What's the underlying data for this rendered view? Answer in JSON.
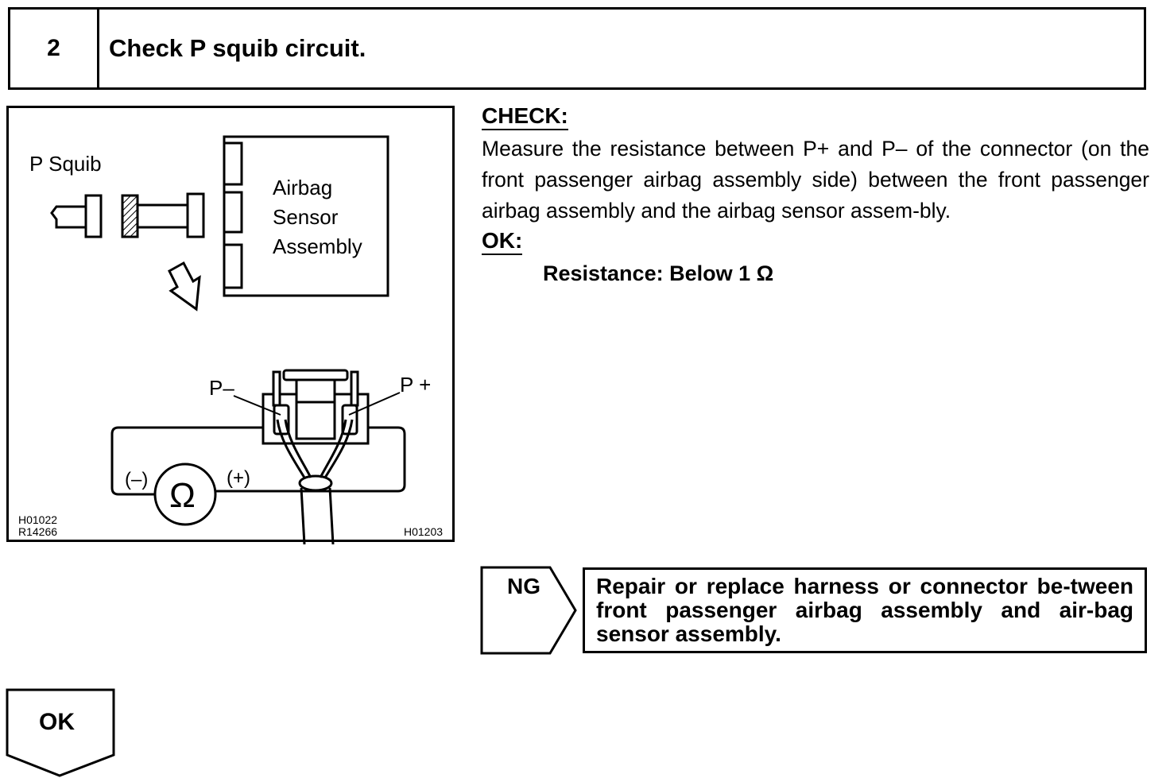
{
  "step": {
    "number": "2",
    "title": "Check P squib circuit."
  },
  "figure": {
    "p_squib_label": "P Squib",
    "airbag_label_line1": "Airbag",
    "airbag_label_line2": "Sensor",
    "airbag_label_line3": "Assembly",
    "p_minus_label": "P–",
    "p_plus_label": "P +",
    "minus_label": "(–)",
    "plus_label": "(+)",
    "ohm_symbol": "Ω",
    "code_left_1": "H01022",
    "code_left_2": "R14266",
    "code_right": "H01203"
  },
  "check": {
    "heading": "CHECK:",
    "text": "Measure the resistance between P+ and P– of the connector (on the front passenger airbag assembly side) between the front passenger airbag assembly and the airbag sensor assem-bly.",
    "ok_heading": "OK:",
    "spec": "Resistance: Below 1 Ω"
  },
  "ng": {
    "label": "NG",
    "action": "Repair or replace harness or connector be-tween front passenger airbag assembly and air-bag sensor assembly."
  },
  "ok": {
    "label": "OK"
  }
}
